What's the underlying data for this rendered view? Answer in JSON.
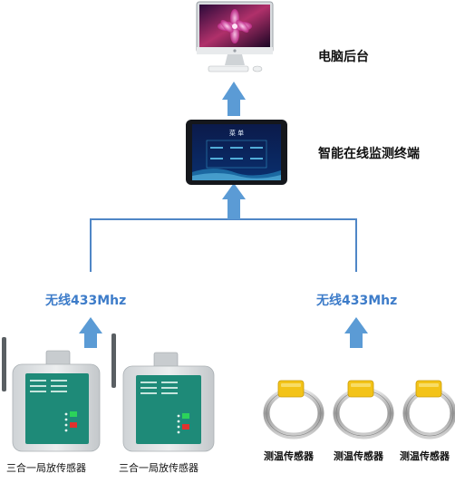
{
  "diagram": {
    "nodes": {
      "backend": {
        "label": "电脑后台"
      },
      "terminal": {
        "label": "智能在线监测终端",
        "screen_title": "菜 单"
      }
    },
    "links": {
      "left": {
        "label": "无线433Mhz"
      },
      "right": {
        "label": "无线433Mhz"
      }
    },
    "sensors": {
      "partial_discharge": [
        {
          "label": "三合一局放传感器"
        },
        {
          "label": "三合一局放传感器"
        }
      ],
      "temperature": [
        {
          "label": "测温传感器"
        },
        {
          "label": "测温传感器"
        },
        {
          "label": "测温传感器"
        }
      ]
    }
  },
  "colors": {
    "arrow": "#5b9bd5",
    "line": "#4f86c6",
    "label_blue": "#3d7cc9",
    "sensor_panel": "#1e8a78",
    "tag_yellow": "#f3c318"
  }
}
